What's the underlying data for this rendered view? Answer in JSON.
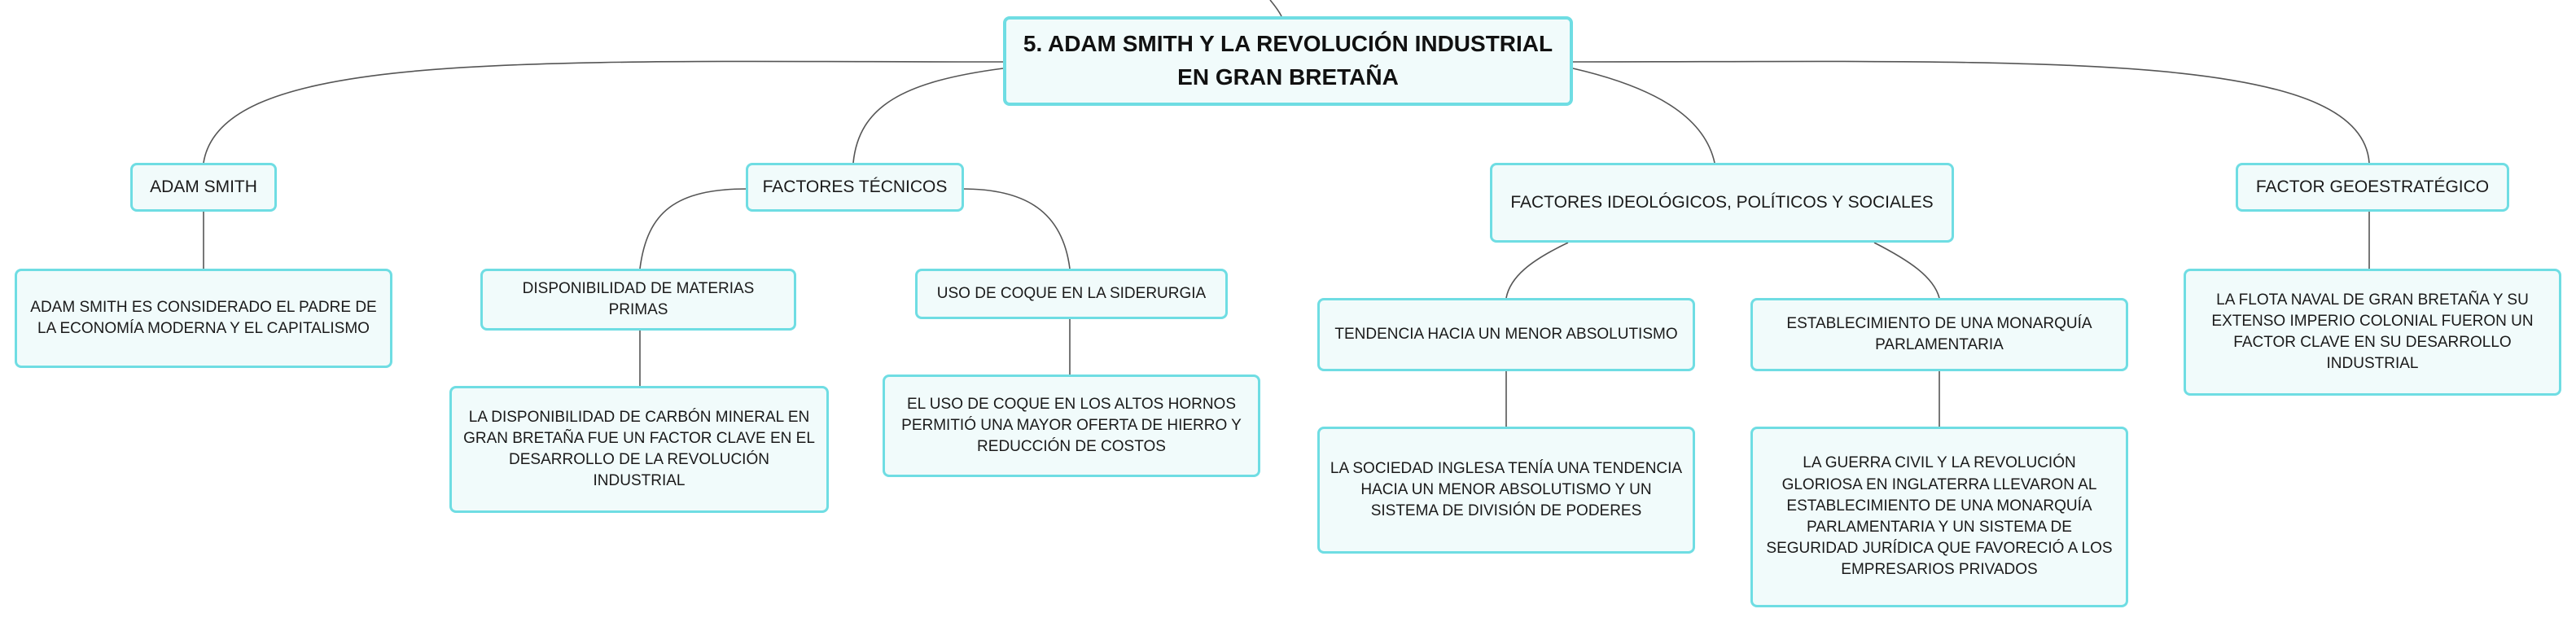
{
  "map": {
    "root": "5. ADAM SMITH Y LA REVOLUCIÓN INDUSTRIAL EN GRAN BRETAÑA",
    "topics": [
      {
        "label": "ADAM SMITH",
        "children": [
          {
            "label": "ADAM SMITH ES CONSIDERADO EL PADRE DE LA ECONOMÍA MODERNA Y EL CAPITALISMO"
          }
        ]
      },
      {
        "label": "FACTORES TÉCNICOS",
        "children": [
          {
            "label": "DISPONIBILIDAD DE MATERIAS PRIMAS",
            "detail": "LA DISPONIBILIDAD DE CARBÓN MINERAL EN GRAN BRETAÑA FUE UN FACTOR CLAVE EN EL DESARROLLO DE LA REVOLUCIÓN INDUSTRIAL"
          },
          {
            "label": "USO DE COQUE EN LA SIDERURGIA",
            "detail": "EL USO DE COQUE EN LOS ALTOS HORNOS PERMITIÓ UNA MAYOR OFERTA DE HIERRO Y REDUCCIÓN DE COSTOS"
          }
        ]
      },
      {
        "label": "FACTORES IDEOLÓGICOS, POLÍTICOS Y SOCIALES",
        "children": [
          {
            "label": "TENDENCIA HACIA UN MENOR ABSOLUTISMO",
            "detail": "LA SOCIEDAD INGLESA TENÍA UNA TENDENCIA HACIA UN MENOR ABSOLUTISMO Y UN SISTEMA DE DIVISIÓN DE PODERES"
          },
          {
            "label": "ESTABLECIMIENTO DE UNA MONARQUÍA PARLAMENTARIA",
            "detail": "LA GUERRA CIVIL Y LA REVOLUCIÓN GLORIOSA EN INGLATERRA LLEVARON AL ESTABLECIMIENTO DE UNA MONARQUÍA PARLAMENTARIA Y UN SISTEMA DE SEGURIDAD JURÍDICA QUE FAVORECIÓ A LOS EMPRESARIOS PRIVADOS"
          }
        ]
      },
      {
        "label": "FACTOR GEOESTRATÉGICO",
        "children": [
          {
            "label": "LA FLOTA NAVAL DE GRAN BRETAÑA Y SU EXTENSO IMPERIO COLONIAL FUERON UN FACTOR CLAVE EN SU DESARROLLO INDUSTRIAL"
          }
        ]
      }
    ]
  },
  "colors": {
    "node_border": "#6fdde3",
    "node_fill": "#f1fbfb",
    "connector": "#555555"
  }
}
